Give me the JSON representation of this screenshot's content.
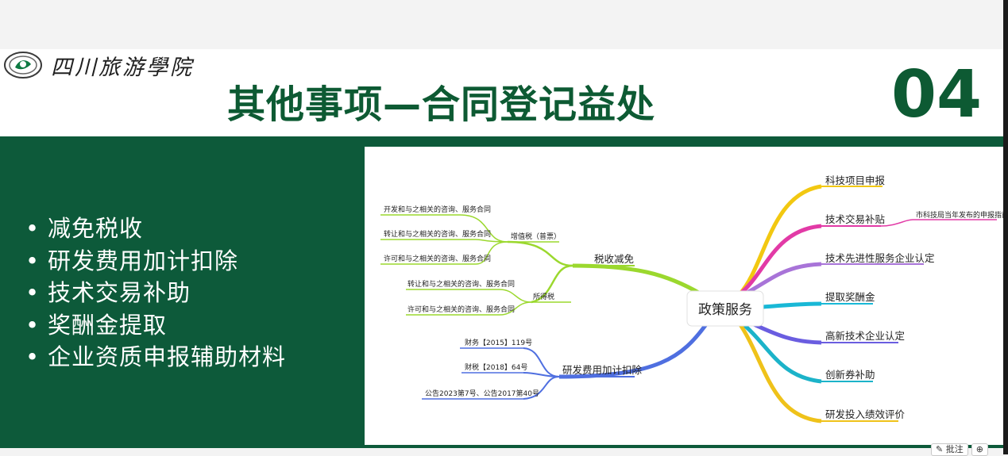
{
  "slide": {
    "school_name": "四川旅游學院",
    "title": "其他事项—合同登记益处",
    "number": "04",
    "bullets": [
      "减免税收",
      "研发费用加计扣除",
      "技术交易补助",
      "奖酬金提取",
      "企业资质申报辅助材料"
    ]
  },
  "mindmap": {
    "center": "政策服务",
    "left": {
      "tax": {
        "label": "税收减免",
        "vat": {
          "label": "增值税（普票）",
          "items": [
            "开发和与之相关的咨询、服务合同",
            "转让和与之相关的咨询、服务合同",
            "许可和与之相关的咨询、服务合同"
          ]
        },
        "income": {
          "label": "所得税",
          "items": [
            "转让和与之相关的咨询、服务合同",
            "许可和与之相关的咨询、服务合同"
          ]
        }
      },
      "rd": {
        "label": "研发费用加计扣除",
        "items": [
          "财务【2015】119号",
          "财税【2018】64号",
          "公告2023第7号、公告2017第40号"
        ]
      }
    },
    "right": {
      "items": [
        "科技项目申报",
        "技术交易补贴",
        "技术先进性服务企业认定",
        "提取奖酬金",
        "高新技术企业认定",
        "创新券补助",
        "研发投入绩效评价"
      ],
      "subnote": "市科技局当年发布的申报指南"
    },
    "colors": {
      "yellow": "#f2c811",
      "magenta": "#e23aa6",
      "purple": "#a874d8",
      "cyan": "#19b8d6",
      "indigo": "#6a5de0",
      "teal": "#1cb3c9",
      "gold": "#efc21a",
      "green": "#9bd82e",
      "blue": "#4f6fe0"
    }
  },
  "overlay": {
    "annotate_label": "批注"
  }
}
